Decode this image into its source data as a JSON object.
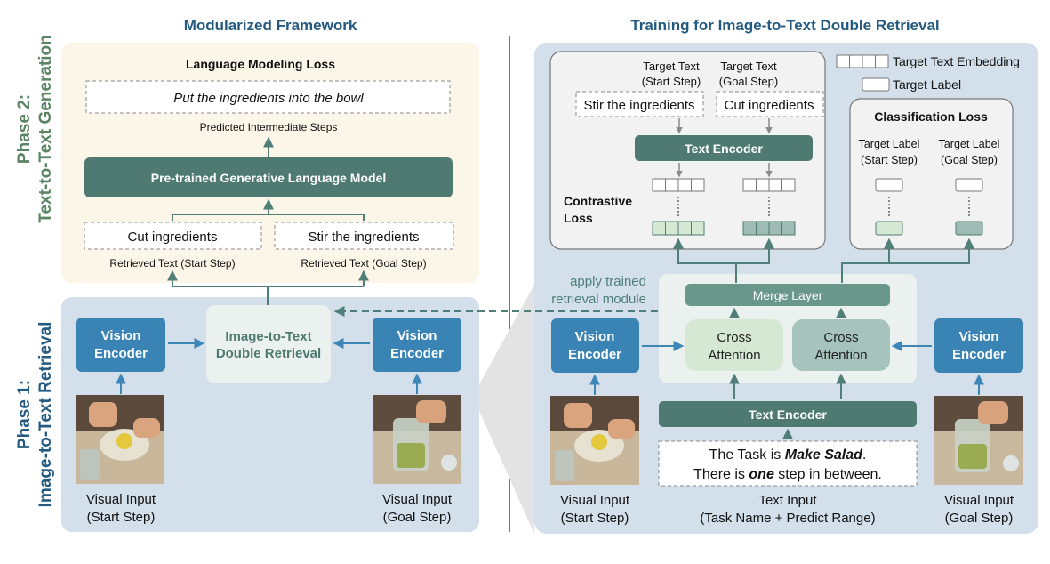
{
  "titles": {
    "left": "Modularized Framework",
    "right": "Training for Image-to-Text Double Retrieval"
  },
  "phases": {
    "phase2_line1": "Phase 2:",
    "phase2_line2": "Text-to-Text Generation",
    "phase1_line1": "Phase 1:",
    "phase1_line2": "Image-to-Text Retrieval"
  },
  "left": {
    "lm_loss": "Language Modeling Loss",
    "predicted_text": "Put the ingredients into the bowl",
    "predicted_label": "Predicted Intermediate Steps",
    "lm_model": "Pre-trained Generative Language Model",
    "retrieved_start_text": "Cut ingredients",
    "retrieved_goal_text": "Stir the ingredients",
    "retrieved_start_label": "Retrieved Text (Start Step)",
    "retrieved_goal_label": "Retrieved Text (Goal Step)",
    "vision_enc_l1": "Vision",
    "vision_enc_l2": "Encoder",
    "retrieval_l1": "Image-to-Text",
    "retrieval_l2": "Double Retrieval",
    "visual_start_l1": "Visual Input",
    "visual_start_l2": "(Start Step)",
    "visual_goal_l1": "Visual Input",
    "visual_goal_l2": "(Goal Step)"
  },
  "right": {
    "target_start_l1": "Target Text",
    "target_start_l2": "(Start Step)",
    "target_goal_l1": "Target Text",
    "target_goal_l2": "(Goal Step)",
    "stir_text": "Stir the ingredients",
    "cut_text": "Cut ingredients",
    "text_encoder": "Text Encoder",
    "contrastive_l1": "Contrastive",
    "contrastive_l2": "Loss",
    "legend_embedding": "Target Text Embedding",
    "legend_label": "Target Label",
    "classification_loss": "Classification Loss",
    "tl_start_l1": "Target Label",
    "tl_start_l2": "(Start Step)",
    "tl_goal_l1": "Target Label",
    "tl_goal_l2": "(Goal Step)",
    "apply_l1": "apply trained",
    "apply_l2": "retrieval module",
    "merge_layer": "Merge Layer",
    "cross_l1": "Cross",
    "cross_l2": "Attention",
    "text_encoder_bottom": "Text Encoder",
    "task_prefix": "The Task is ",
    "task_name": "Make Salad",
    "task_suffix": ".",
    "range_prefix": "There is ",
    "range_value": "one",
    "range_suffix": " step in between.",
    "text_input_l1": "Text Input",
    "text_input_l2": "(Task Name + Predict Range)"
  },
  "colors": {
    "title_blue": "#245a80",
    "phase_green": "#5a8463",
    "dark_teal": "#4e7a71",
    "vision_blue": "#3a83b5",
    "light_blue_panel": "#d3dfea",
    "cream_panel": "#fbf6e7",
    "arrow_teal": "#4f7f78",
    "arrow_blue": "#3f86b8"
  }
}
